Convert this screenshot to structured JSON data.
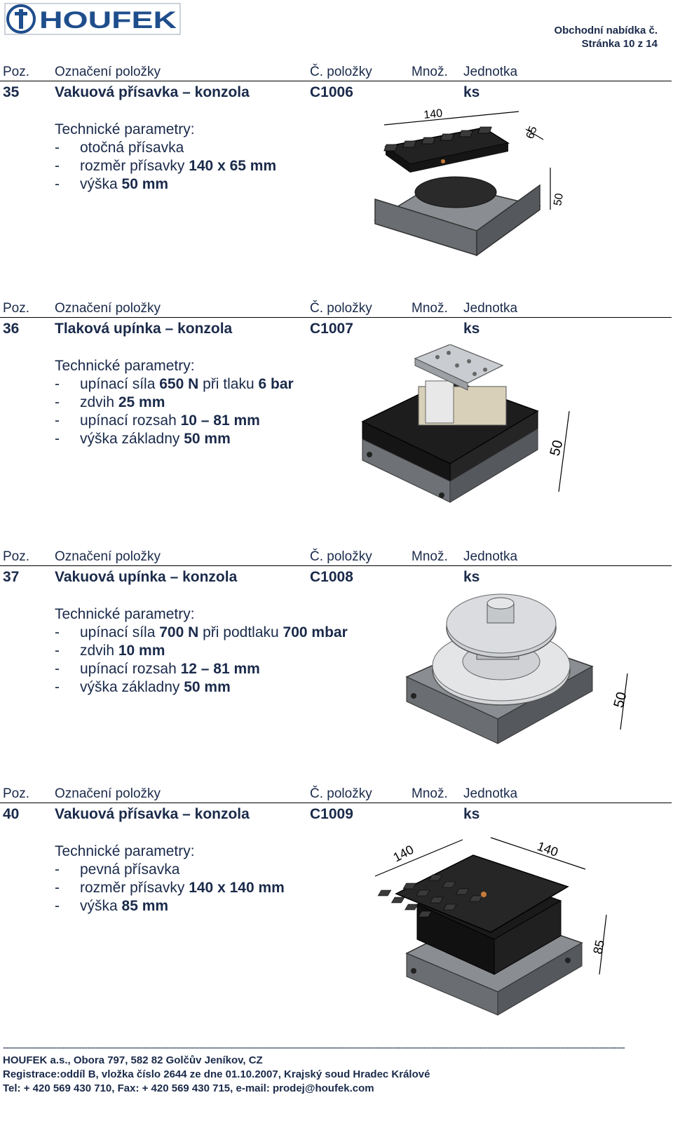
{
  "header": {
    "brand": "HOUFEK",
    "doc_title": "Obchodní nabídka č.",
    "page_info": "Stránka 10 z 14"
  },
  "columns": {
    "pos": "Poz.",
    "name": "Označení položky",
    "number": "Č. položky",
    "qty": "Množ.",
    "unit": "Jednotka"
  },
  "items": [
    {
      "pos": "35",
      "name": "Vakuová přísavka – konzola",
      "number": "C1006",
      "unit": "ks",
      "params_title": "Technické parametry:",
      "params": [
        {
          "pre": "otočná přísavka",
          "val": "",
          "post": "",
          "val2": ""
        },
        {
          "pre": "rozměr přísavky ",
          "val": "140 x 65 mm",
          "post": "",
          "val2": ""
        },
        {
          "pre": "výška ",
          "val": "50 mm",
          "post": "",
          "val2": ""
        }
      ],
      "dims": [
        "140",
        "65",
        "50"
      ]
    },
    {
      "pos": "36",
      "name": "Tlaková upínka – konzola",
      "number": "C1007",
      "unit": "ks",
      "params_title": "Technické parametry:",
      "params": [
        {
          "pre": "upínací síla ",
          "val": "650 N",
          "post": " při tlaku ",
          "val2": "6 bar"
        },
        {
          "pre": "zdvih ",
          "val": "25 mm",
          "post": "",
          "val2": ""
        },
        {
          "pre": "upínací rozsah ",
          "val": "10 – 81 mm",
          "post": "",
          "val2": ""
        },
        {
          "pre": "výška základny ",
          "val": "50 mm",
          "post": "",
          "val2": ""
        }
      ],
      "dims": [
        "50"
      ]
    },
    {
      "pos": "37",
      "name": "Vakuová upínka – konzola",
      "number": "C1008",
      "unit": "ks",
      "params_title": "Technické parametry:",
      "params": [
        {
          "pre": "upínací síla ",
          "val": "700 N",
          "post": " při podtlaku ",
          "val2": "700 mbar"
        },
        {
          "pre": "zdvih ",
          "val": "10 mm",
          "post": "",
          "val2": ""
        },
        {
          "pre": "upínací rozsah ",
          "val": "12 – 81 mm",
          "post": "",
          "val2": ""
        },
        {
          "pre": "výška základny ",
          "val": "50 mm",
          "post": "",
          "val2": ""
        }
      ],
      "dims": [
        "50"
      ]
    },
    {
      "pos": "40",
      "name": "Vakuová přísavka – konzola",
      "number": "C1009",
      "unit": "ks",
      "params_title": "Technické parametry:",
      "params": [
        {
          "pre": "pevná přísavka",
          "val": "",
          "post": "",
          "val2": ""
        },
        {
          "pre": "rozměr přísavky ",
          "val": "140 x 140 mm",
          "post": "",
          "val2": ""
        },
        {
          "pre": "výška ",
          "val": "85 mm",
          "post": "",
          "val2": ""
        }
      ],
      "dims": [
        "140",
        "140",
        "85"
      ]
    }
  ],
  "footer": {
    "line1": "HOUFEK a.s., Obora 797, 582 82  Golčův Jeníkov, CZ",
    "line2": "Registrace:oddíl B, vložka číslo 2644 ze dne 01.10.2007, Krajský soud Hradec Králové",
    "line3": "Tel: + 420 569 430 710, Fax: + 420 569 430 715, e-mail: prodej@houfek.com"
  },
  "colors": {
    "text": "#1a2a4a",
    "brand_blue": "#1f4e8c"
  }
}
